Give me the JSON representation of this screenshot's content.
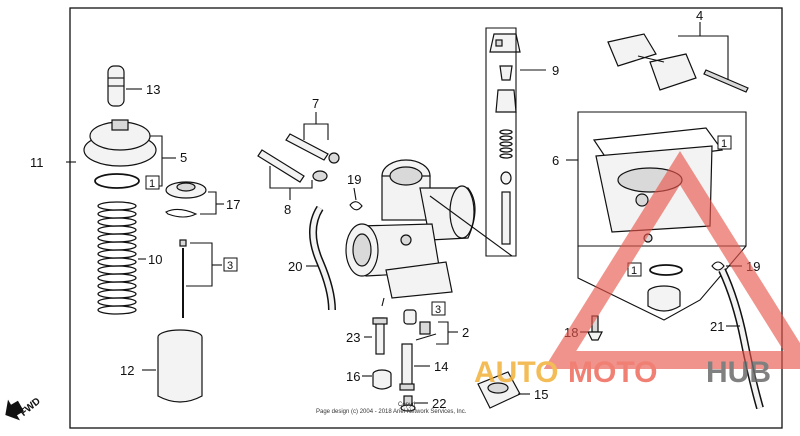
{
  "diagram": {
    "labels": {
      "p1": "1",
      "p2": "2",
      "p3": "3",
      "p4": "4",
      "p5": "5",
      "p6": "6",
      "p7": "7",
      "p8": "8",
      "p9": "9",
      "p10": "10",
      "p11": "11",
      "p12": "12",
      "p13": "13",
      "p14": "14",
      "p15": "15",
      "p16": "16",
      "p17": "17",
      "p18": "18",
      "p19a": "19",
      "p19b": "19",
      "p20": "20",
      "p21": "21",
      "p22": "22",
      "p23": "23"
    },
    "boxed_refs": {
      "b1a": "1",
      "b1b": "1",
      "b1c": "1",
      "b3a": "3",
      "b3b": "3"
    },
    "fwd_label": "FWD",
    "copyright": "Page design (c) 2004 - 2018 Ariel Network Services, Inc.",
    "copyright_small": "Copyri",
    "watermark": {
      "part1": "AUTO",
      "part2": "MOTO",
      "part3": "HUB",
      "colors": {
        "auto": "#f2b13a",
        "moto": "#ef6a5c",
        "hub": "#6b6b6b",
        "triangle": "#e8564b"
      }
    }
  }
}
